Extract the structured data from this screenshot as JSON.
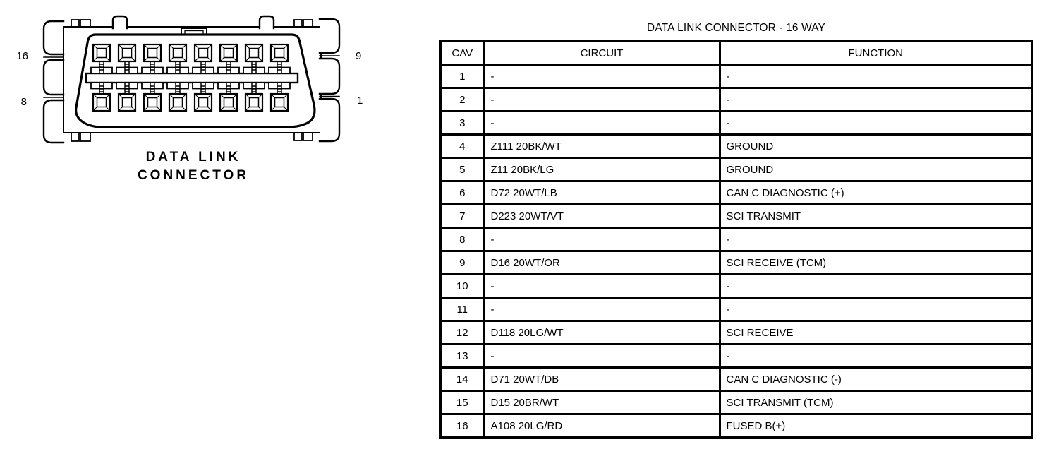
{
  "colors": {
    "ink": "#000000",
    "background": "#ffffff"
  },
  "diagram": {
    "caption_line1": "DATA LINK",
    "caption_line2": "CONNECTOR",
    "pin_labels": {
      "top_left": "16",
      "bottom_left": "8",
      "top_right": "9",
      "bottom_right": "1"
    },
    "pin_columns": 8,
    "pin_rows": 2
  },
  "table": {
    "title": "DATA LINK CONNECTOR - 16 WAY",
    "headers": [
      "CAV",
      "CIRCUIT",
      "FUNCTION"
    ],
    "rows": [
      [
        "1",
        "-",
        "-"
      ],
      [
        "2",
        "-",
        "-"
      ],
      [
        "3",
        "-",
        "-"
      ],
      [
        "4",
        "Z111 20BK/WT",
        "GROUND"
      ],
      [
        "5",
        "Z11 20BK/LG",
        "GROUND"
      ],
      [
        "6",
        "D72 20WT/LB",
        "CAN C DIAGNOSTIC (+)"
      ],
      [
        "7",
        "D223 20WT/VT",
        "SCI  TRANSMIT"
      ],
      [
        "8",
        "-",
        "-"
      ],
      [
        "9",
        "D16 20WT/OR",
        "SCI  RECEIVE (TCM)"
      ],
      [
        "10",
        "-",
        "-"
      ],
      [
        "11",
        "-",
        "-"
      ],
      [
        "12",
        "D118 20LG/WT",
        "SCI  RECEIVE"
      ],
      [
        "13",
        "-",
        "-"
      ],
      [
        "14",
        "D71 20WT/DB",
        "CAN C DIAGNOSTIC (-)"
      ],
      [
        "15",
        "D15 20BR/WT",
        "SCI  TRANSMIT (TCM)"
      ],
      [
        "16",
        "A108 20LG/RD",
        "FUSED B(+)"
      ]
    ]
  }
}
